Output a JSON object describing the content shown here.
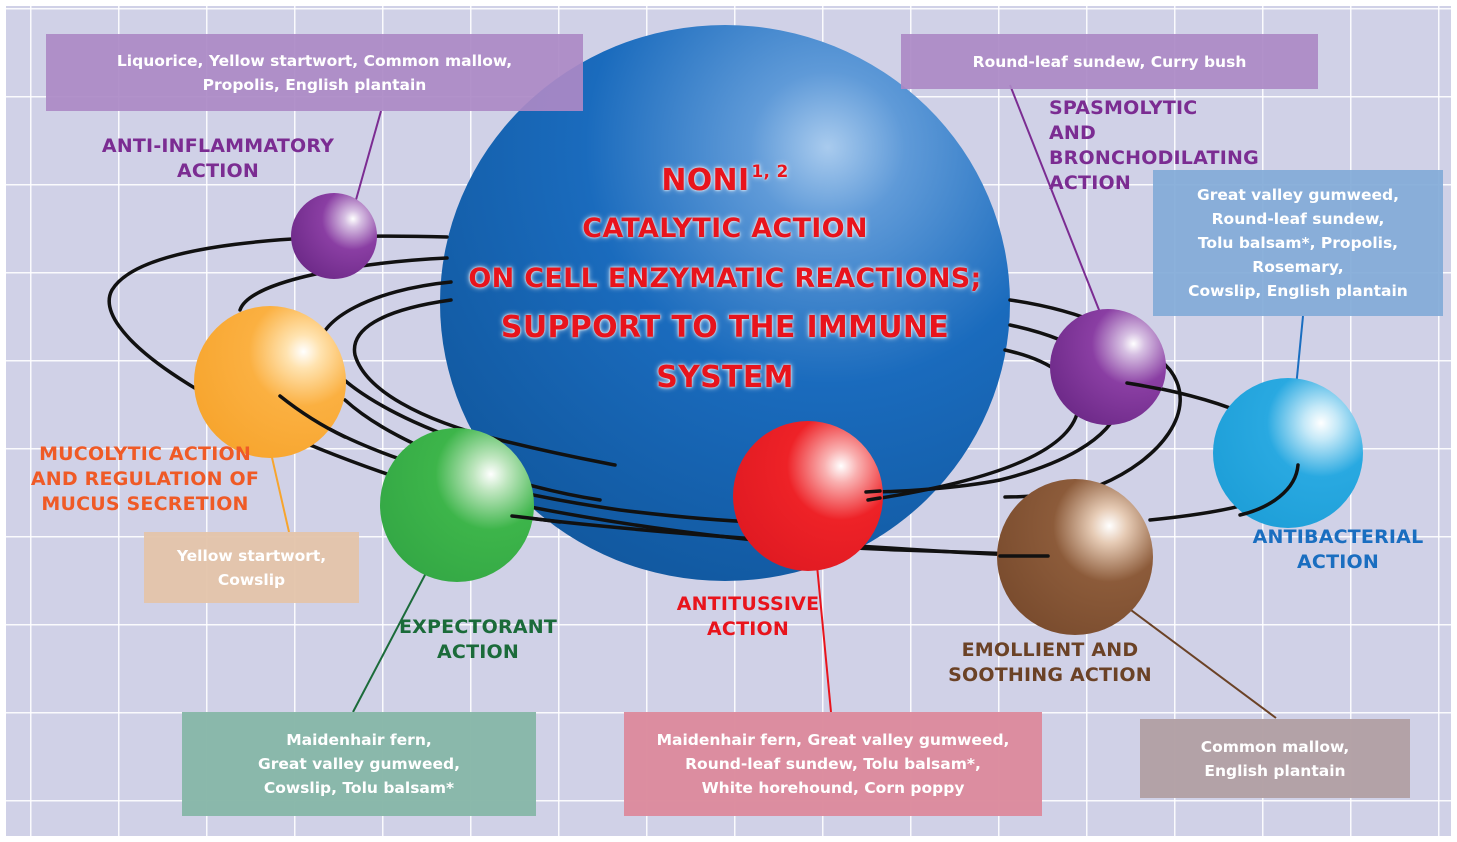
{
  "center": {
    "title": "NONI",
    "superscript": "1, 2",
    "line1": "CATALYTIC ACTION",
    "line2": "ON CELL ENZYMATIC REACTIONS;",
    "line3": "SUPPORT TO THE IMMUNE SYSTEM"
  },
  "actions": {
    "anti_inflammatory": {
      "label": "ANTI-INFLAMMATORY\nACTION",
      "herbs": "Liquorice, Yellow startwort, Common mallow,\nPropolis, English plantain",
      "color": "#7b2c92"
    },
    "spasmolytic": {
      "label": "SPASMOLYTIC AND\nBRONCHODILATING\nACTION",
      "herbs": "Round-leaf sundew, Curry bush",
      "color": "#7b2c92"
    },
    "antibacterial": {
      "label": "ANTIBACTERIAL\nACTION",
      "herbs": "Great valley gumweed,\nRound-leaf sundew,\nTolu balsam*, Propolis,\nRosemary,\nCowslip, English plantain",
      "color": "#1a6ec0"
    },
    "mucolytic": {
      "label": "MUCOLYTIC ACTION\nAND REGULATION OF\nMUCUS SECRETION",
      "herbs": "Yellow startwort,\nCowslip",
      "color": "#ef5a26"
    },
    "expectorant": {
      "label": "EXPECTORANT\nACTION",
      "herbs": "Maidenhair fern,\nGreat valley gumweed,\nCowslip, Tolu balsam*",
      "color": "#1b6b3a"
    },
    "antitussive": {
      "label": "ANTITUSSIVE\nACTION",
      "herbs": "Maidenhair fern, Great valley gumweed,\nRound-leaf sundew, Tolu balsam*,\nWhite horehound, Corn poppy",
      "color": "#e8141c"
    },
    "emollient": {
      "label": "EMOLLIENT AND\nSOOTHING ACTION",
      "herbs": "Common mallow,\nEnglish plantain",
      "color": "#6b4226"
    }
  }
}
